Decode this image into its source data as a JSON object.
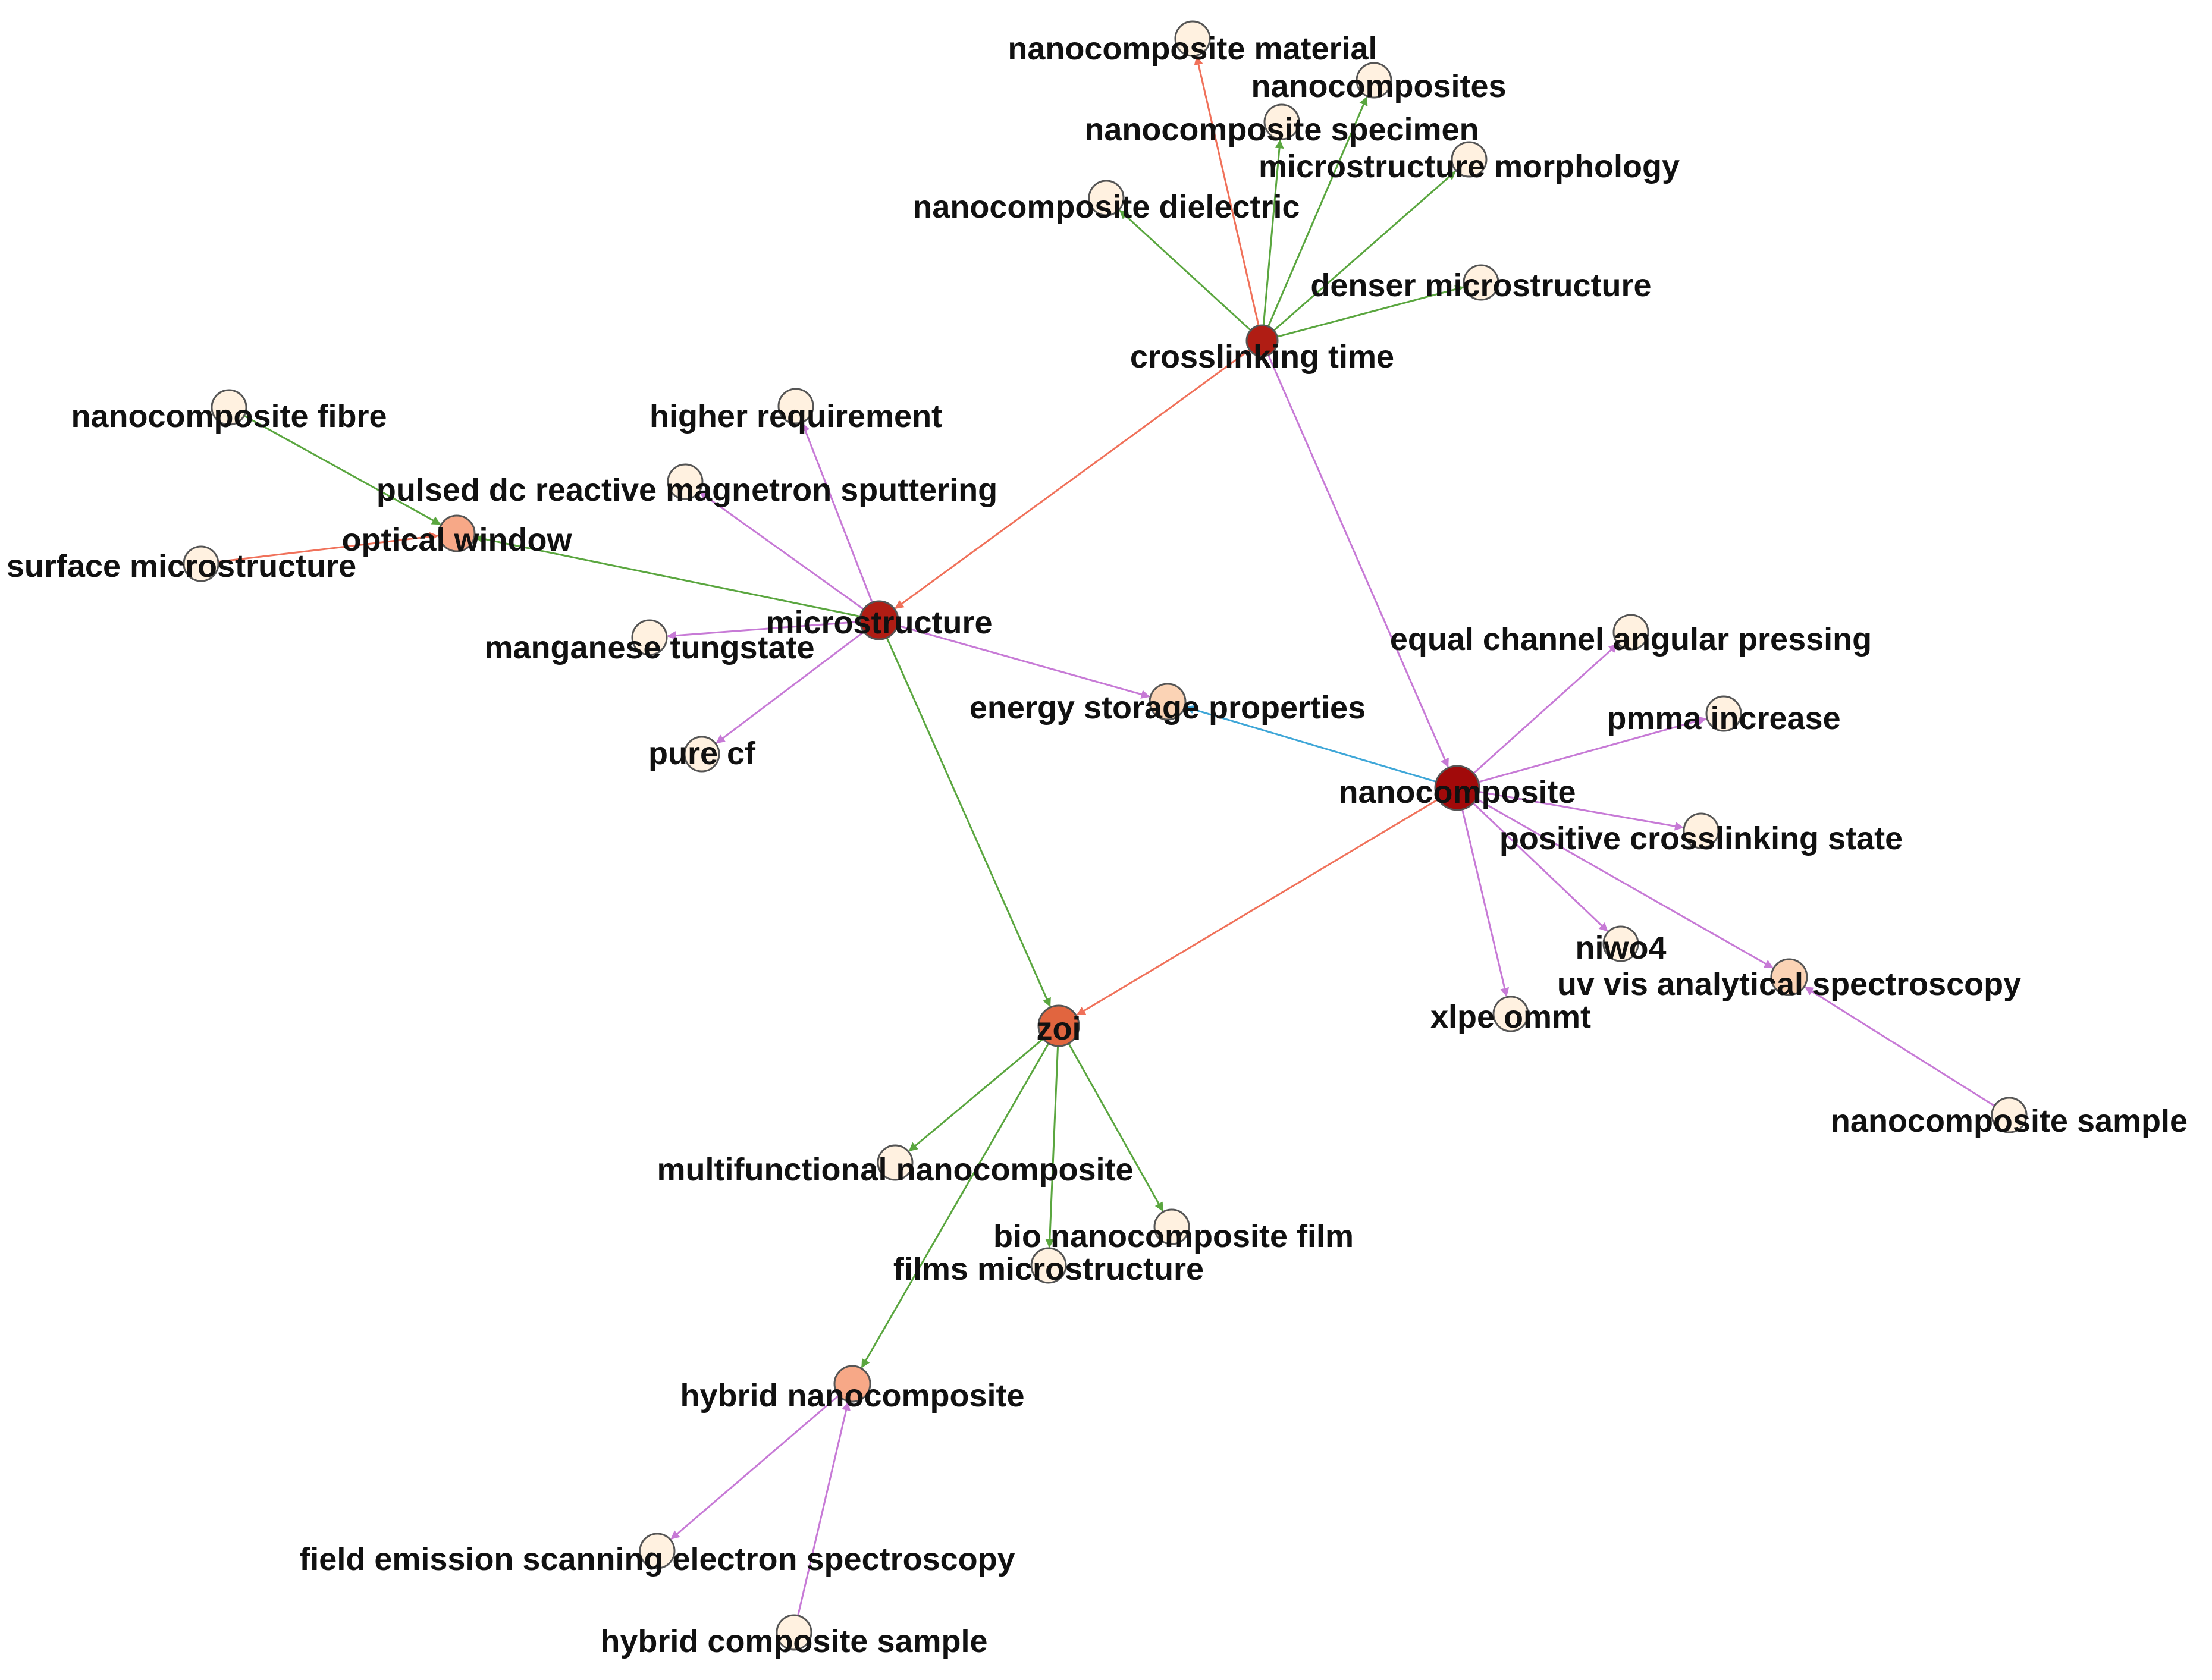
{
  "colors": {
    "green": "#5aa63f",
    "orange": "#f0715a",
    "violet": "#c77ad6",
    "blue": "#3fa7d8",
    "fill_level_0": "#fff1e0",
    "fill_level_1": "#fbd3b5",
    "fill_level_2": "#f7a887",
    "fill_level_3": "#e1653f",
    "fill_level_4": "#b01d14",
    "fill_level_5": "#a10a0a"
  },
  "nodes": [
    {
      "id": "nanocomposite_material",
      "label": "nanocomposite material",
      "level": 0
    },
    {
      "id": "nanocomposites",
      "label": "nanocomposites",
      "level": 0
    },
    {
      "id": "nanocomposite_specimen",
      "label": "nanocomposite specimen",
      "level": 0
    },
    {
      "id": "microstructure_morphology",
      "label": "microstructure morphology",
      "level": 0
    },
    {
      "id": "nanocomposite_dielectric",
      "label": "nanocomposite dielectric",
      "level": 0
    },
    {
      "id": "denser_microstructure",
      "label": "denser microstructure",
      "level": 0
    },
    {
      "id": "crosslinking_time",
      "label": "crosslinking time",
      "level": 4
    },
    {
      "id": "nanocomposite_fibre",
      "label": "nanocomposite fibre",
      "level": 0
    },
    {
      "id": "higher_requirement",
      "label": "higher requirement",
      "level": 0
    },
    {
      "id": "pulsed_dc",
      "label": "pulsed dc reactive magnetron sputtering",
      "level": 0
    },
    {
      "id": "optical_window",
      "label": "optical window",
      "level": 2
    },
    {
      "id": "surface_microstructure",
      "label": "surface microstructure",
      "level": 0
    },
    {
      "id": "microstructure",
      "label": "microstructure",
      "level": 4
    },
    {
      "id": "manganese_tungstate",
      "label": "manganese tungstate",
      "level": 0
    },
    {
      "id": "energy_storage_properties",
      "label": "energy storage properties",
      "level": 1
    },
    {
      "id": "pure_cf",
      "label": "pure cf",
      "level": 0
    },
    {
      "id": "equal_channel",
      "label": "equal channel angular pressing",
      "level": 0
    },
    {
      "id": "pmma_increase",
      "label": "pmma increase",
      "level": 0
    },
    {
      "id": "nanocomposite",
      "label": "nanocomposite",
      "level": 5
    },
    {
      "id": "positive_crosslinking",
      "label": "positive crosslinking state",
      "level": 0
    },
    {
      "id": "niwo4",
      "label": "niwo4",
      "level": 0
    },
    {
      "id": "uv_vis",
      "label": "uv vis analytical spectroscopy",
      "level": 1
    },
    {
      "id": "xlpe_ommt",
      "label": "xlpe ommt",
      "level": 0
    },
    {
      "id": "zoi",
      "label": "zoi",
      "level": 3
    },
    {
      "id": "nanocomposite_sample",
      "label": "nanocomposite sample",
      "level": 0
    },
    {
      "id": "multifunctional_nanocomposite",
      "label": "multifunctional nanocomposite",
      "level": 0
    },
    {
      "id": "bio_nanocomposite_film",
      "label": "bio nanocomposite film",
      "level": 0
    },
    {
      "id": "films_microstructure",
      "label": "films microstructure",
      "level": 0
    },
    {
      "id": "hybrid_nanocomposite",
      "label": "hybrid nanocomposite",
      "level": 2
    },
    {
      "id": "field_emission",
      "label": "field emission scanning electron spectroscopy",
      "level": 0
    },
    {
      "id": "hybrid_composite_sample",
      "label": "hybrid composite sample",
      "level": 0
    }
  ],
  "edges": [
    {
      "source": "crosslinking_time",
      "target": "nanocomposite_material",
      "color": "orange"
    },
    {
      "source": "crosslinking_time",
      "target": "nanocomposites",
      "color": "green"
    },
    {
      "source": "crosslinking_time",
      "target": "nanocomposite_specimen",
      "color": "green"
    },
    {
      "source": "crosslinking_time",
      "target": "microstructure_morphology",
      "color": "green"
    },
    {
      "source": "crosslinking_time",
      "target": "nanocomposite_dielectric",
      "color": "green"
    },
    {
      "source": "crosslinking_time",
      "target": "denser_microstructure",
      "color": "green"
    },
    {
      "source": "crosslinking_time",
      "target": "microstructure",
      "color": "orange"
    },
    {
      "source": "crosslinking_time",
      "target": "nanocomposite",
      "color": "violet"
    },
    {
      "source": "nanocomposite_fibre",
      "target": "optical_window",
      "color": "green"
    },
    {
      "source": "surface_microstructure",
      "target": "optical_window",
      "color": "orange"
    },
    {
      "source": "microstructure",
      "target": "optical_window",
      "color": "green"
    },
    {
      "source": "microstructure",
      "target": "higher_requirement",
      "color": "violet"
    },
    {
      "source": "microstructure",
      "target": "pulsed_dc",
      "color": "violet"
    },
    {
      "source": "microstructure",
      "target": "manganese_tungstate",
      "color": "violet"
    },
    {
      "source": "microstructure",
      "target": "pure_cf",
      "color": "violet"
    },
    {
      "source": "microstructure",
      "target": "energy_storage_properties",
      "color": "violet"
    },
    {
      "source": "microstructure",
      "target": "zoi",
      "color": "green"
    },
    {
      "source": "nanocomposite",
      "target": "energy_storage_properties",
      "color": "blue"
    },
    {
      "source": "nanocomposite",
      "target": "equal_channel",
      "color": "violet"
    },
    {
      "source": "nanocomposite",
      "target": "pmma_increase",
      "color": "violet"
    },
    {
      "source": "nanocomposite",
      "target": "positive_crosslinking",
      "color": "violet"
    },
    {
      "source": "nanocomposite",
      "target": "niwo4",
      "color": "violet"
    },
    {
      "source": "nanocomposite",
      "target": "uv_vis",
      "color": "violet"
    },
    {
      "source": "nanocomposite",
      "target": "xlpe_ommt",
      "color": "violet"
    },
    {
      "source": "nanocomposite",
      "target": "zoi",
      "color": "orange"
    },
    {
      "source": "nanocomposite_sample",
      "target": "uv_vis",
      "color": "violet"
    },
    {
      "source": "zoi",
      "target": "multifunctional_nanocomposite",
      "color": "green"
    },
    {
      "source": "zoi",
      "target": "bio_nanocomposite_film",
      "color": "green"
    },
    {
      "source": "zoi",
      "target": "films_microstructure",
      "color": "green"
    },
    {
      "source": "zoi",
      "target": "hybrid_nanocomposite",
      "color": "green"
    },
    {
      "source": "hybrid_nanocomposite",
      "target": "field_emission",
      "color": "violet"
    },
    {
      "source": "hybrid_composite_sample",
      "target": "hybrid_nanocomposite",
      "color": "violet"
    }
  ]
}
